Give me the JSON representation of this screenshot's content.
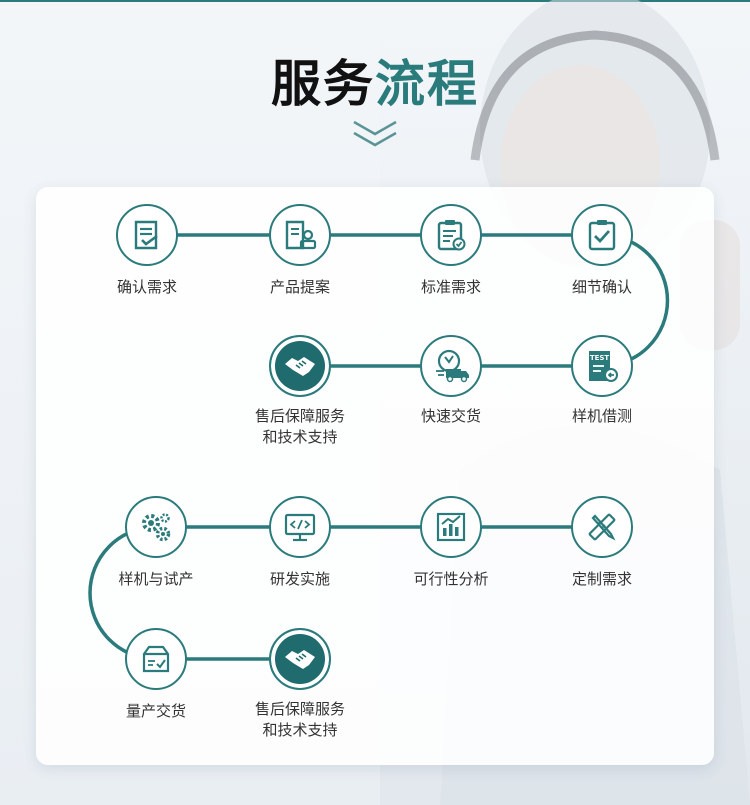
{
  "page": {
    "title_part1": "服务",
    "title_part2": "流程",
    "accent_color": "#2a7c7c"
  },
  "steps": [
    {
      "label": "确认需求",
      "icon": "checklist-icon"
    },
    {
      "label": "产品提案",
      "icon": "document-stamp-icon"
    },
    {
      "label": "标准需求",
      "icon": "clipboard-list-icon"
    },
    {
      "label": "细节确认",
      "icon": "clipboard-check-icon"
    },
    {
      "label": "样机借测",
      "icon": "test-document-icon"
    },
    {
      "label": "快速交货",
      "icon": "delivery-truck-icon"
    },
    {
      "label": "售后保障服务",
      "label2": "和技术支持",
      "icon": "handshake-icon"
    },
    {
      "label": "定制需求",
      "icon": "pencil-ruler-icon"
    },
    {
      "label": "可行性分析",
      "icon": "bar-chart-icon"
    },
    {
      "label": "研发实施",
      "icon": "code-monitor-icon"
    },
    {
      "label": "样机与试产",
      "icon": "gears-icon"
    },
    {
      "label": "量产交货",
      "icon": "package-box-icon"
    },
    {
      "label": "售后保障服务",
      "label2": "和技术支持",
      "icon": "handshake-icon"
    }
  ]
}
